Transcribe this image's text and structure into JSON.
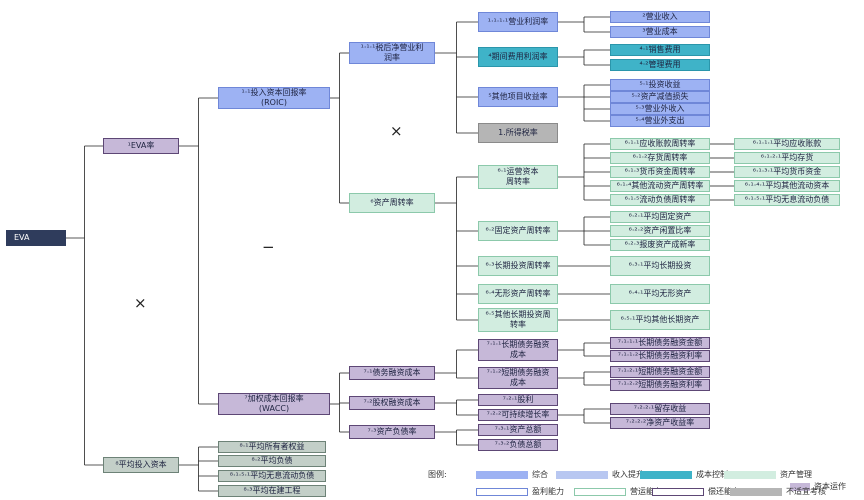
{
  "nodes": {
    "eva": "EVA",
    "eva_rate": "¹EVA率",
    "avg_capital": "⁸平均投入资本",
    "roic": "¹·¹投入资本回报率\n(ROIC)",
    "wacc": "⁷加权成本回报率\n(WACC)",
    "nopat_margin": "¹·¹·¹税后净营业利\n润率",
    "asset_turnover": "⁶资产周转率",
    "op_margin": "¹·¹·¹·¹营业利润率",
    "exp_margin": "⁴期间费用利润率",
    "other_gain": "⁵其他项目收益率",
    "tax_rate": "1.所得税率",
    "revenue": "²营业收入",
    "op_cost": "³营业成本",
    "sell_exp": "⁴·¹销售费用",
    "admin_exp": "⁴·²管理费用",
    "invest_gain": "⁵·¹投资收益",
    "impair_loss": "⁵·²资产减值损失",
    "nonop_income": "⁵·³营业外收入",
    "nonop_exp": "⁵·⁴营业外支出",
    "wc_turnover": "⁶·¹运营资本\n周转率",
    "ar_turnover": "⁶·¹·¹应收账款周转率",
    "inv_turnover": "⁶·¹·²存货周转率",
    "cash_turnover": "⁶·¹·³货币资金周转率",
    "oca_turnover": "⁶·¹·⁴其他流动资产周转率",
    "cl_turnover": "⁶·¹·⁵流动负债周转率",
    "avg_ar": "⁶·¹·¹·¹平均应收账款",
    "avg_inv": "⁶·¹·²·¹平均存货",
    "avg_cash": "⁶·¹·³·¹平均货币资金",
    "avg_oca": "⁶·¹·⁴·¹平均其他流动资本",
    "avg_ncl": "⁶·¹·⁵·¹平均无息流动负债",
    "fa_turnover": "⁶·²固定资产周转率",
    "avg_fa": "⁶·²·¹平均固定资产",
    "fa_idle": "⁶·²·²资产闲置比率",
    "fa_new": "⁶·²·³报废资产成新率",
    "lti_turnover": "⁶·³长期投资周转率",
    "avg_lti": "⁶·³·¹平均长期投资",
    "ia_turnover": "⁶·⁴无形资产周转率",
    "avg_ia": "⁶·⁴·¹平均无形资产",
    "olta_turnover": "⁶·⁵其他长期投资周\n转率",
    "avg_olta": "⁶·⁵·¹平均其他长期资产",
    "debt_cost": "⁷·¹债务融资成本",
    "equity_cost": "⁷·²股权融资成本",
    "debt_ratio": "⁷·³资产负债率",
    "lt_debt_cost": "⁷·¹·¹长期债务融资\n成本",
    "st_debt_cost": "⁷·¹·²短期债务融资\n成本",
    "lt_debt_amt": "⁷·¹·¹·¹长期债务融资金额",
    "lt_debt_rate": "⁷·¹·¹·²长期债务融资利率",
    "st_debt_amt": "⁷·¹·²·¹短期债务融资金额",
    "st_debt_rate": "⁷·¹·²·²短期债务融资利率",
    "dividend": "⁷·²·¹股利",
    "growth": "⁷·²·²可持续增长率",
    "retained": "⁷·²·²·¹留存收益",
    "roe": "⁷·²·²·²净资产收益率",
    "total_assets": "⁷·³·¹资产总额",
    "total_debt": "⁷·³·²负债总额",
    "avg_equity": "⁸·¹平均所有者权益",
    "avg_debt": "⁸·²平均负债",
    "avg_noncl": "⁸·¹·⁵·¹平均无息流动负债",
    "avg_cip": "⁸·³平均在建工程"
  },
  "operators": {
    "times_top": "×",
    "minus": "−",
    "times_bottom": "×"
  },
  "legend": {
    "title": "图例:",
    "general": "综合",
    "revenue_up": "收入提升",
    "cost_ctrl": "成本控制",
    "asset_mgmt": "资产管理",
    "capital_ops": "资本运作",
    "profitability": "盈利能力",
    "operating": "营运能力",
    "solvency": "偿还能力",
    "not_applicable": "不适宜考核"
  },
  "colors": {
    "blue": "#9db2f3",
    "teal": "#3fb3c8",
    "mint": "#d2ede0",
    "lavender": "#c6b8d8",
    "grey": "#b5b5b5",
    "navy": "#2f3c5c",
    "line": "#222222"
  }
}
